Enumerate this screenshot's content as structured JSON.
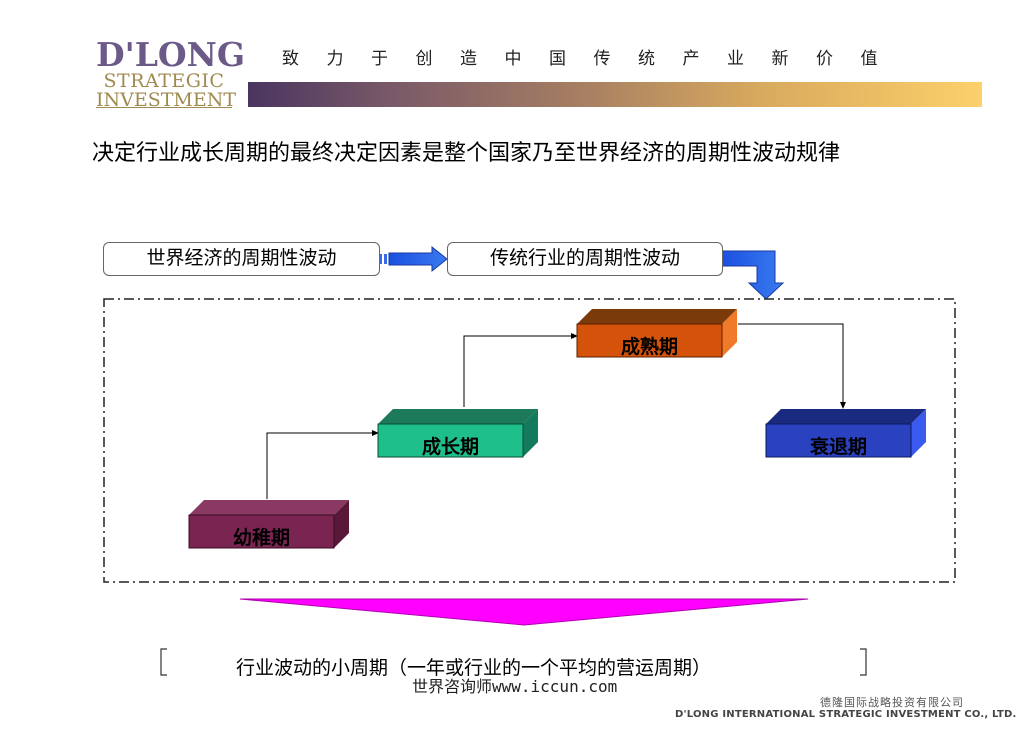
{
  "header": {
    "logo_line1": "D'LONG",
    "logo_line2": "STRATEGIC",
    "logo_line3": "INVESTMENT",
    "slogan": "致力于创造中国传统产业新价值"
  },
  "headline": "决定行业成长周期的最终决定因素是整个国家乃至世界经济的周期性波动规律",
  "flow": {
    "world_cycle": "世界经济的周期性波动",
    "industry_cycle": "传统行业的周期性波动"
  },
  "stages": [
    {
      "label": "幼稚期",
      "color": "#7a2452"
    },
    {
      "label": "成长期",
      "color": "#1a8c6a"
    },
    {
      "label": "成熟期",
      "color": "#d4520a"
    },
    {
      "label": "衰退期",
      "color": "#2a42c0"
    }
  ],
  "footer": {
    "small_cycle": "行业波动的小周期（一年或行业的一个平均的营运周期）",
    "watermark": "世界咨询师www.iccun.com",
    "company_cn": "德隆国际战略投资有限公司",
    "company_en": "D'LONG INTERNATIONAL STRATEGIC INVESTMENT CO., LTD."
  }
}
